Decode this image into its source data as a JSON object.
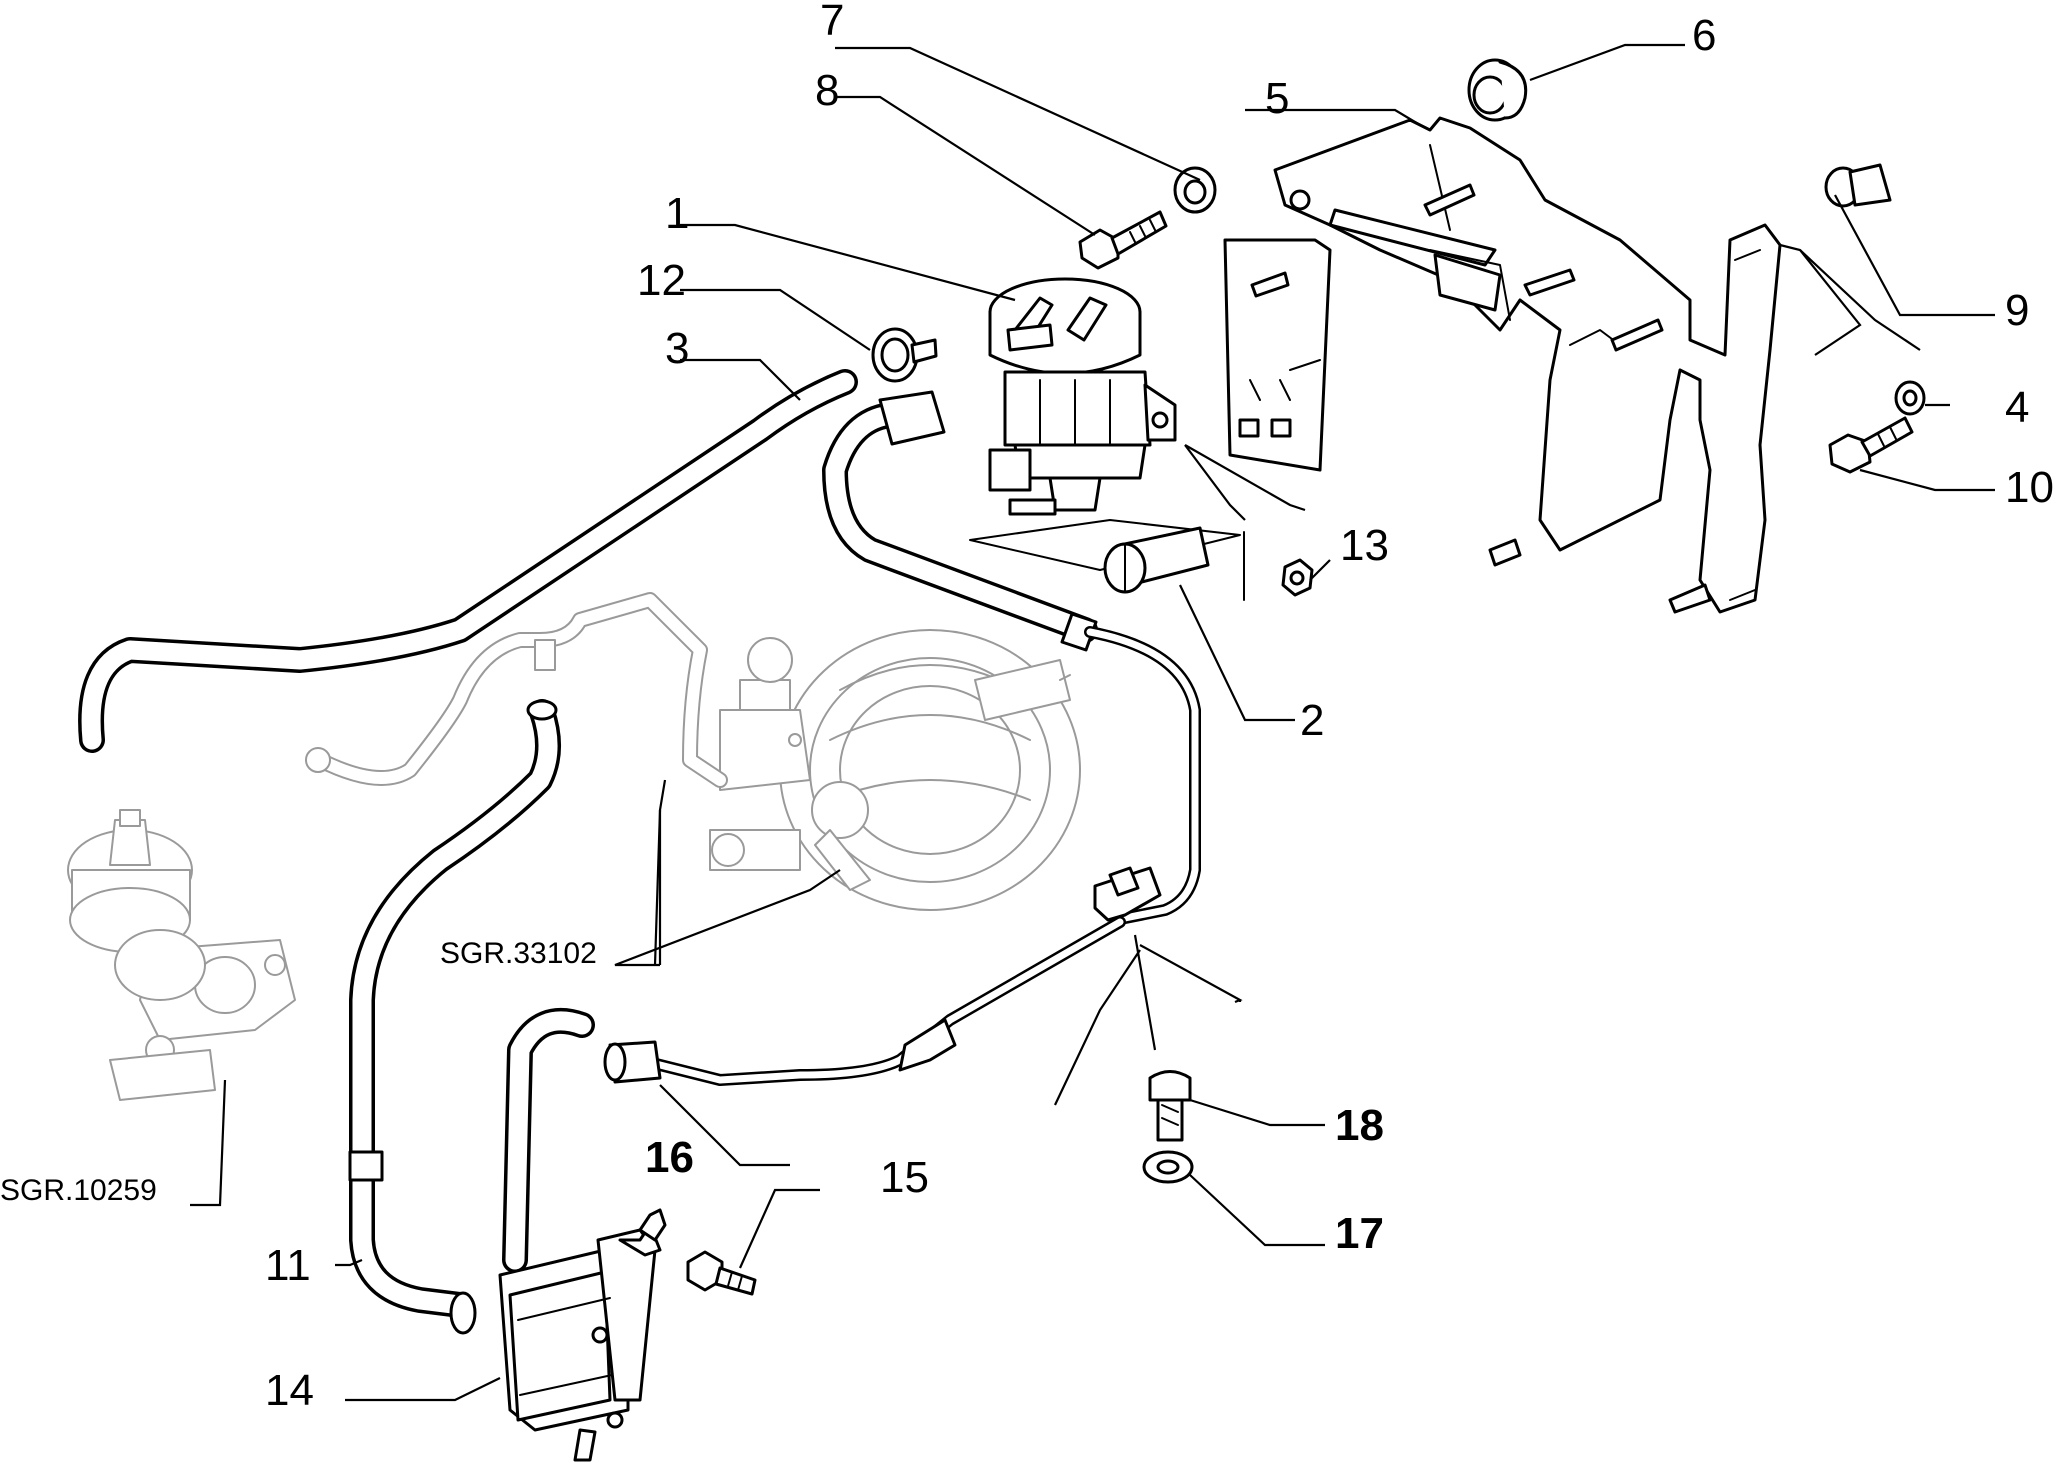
{
  "callouts": {
    "c1": "1",
    "c2": "2",
    "c3": "3",
    "c4": "4",
    "c5": "5",
    "c6": "6",
    "c7": "7",
    "c8": "8",
    "c9": "9",
    "c10": "10",
    "c11": "11",
    "c12": "12",
    "c13": "13",
    "c14": "14",
    "c15": "15",
    "c16": "16",
    "c17": "17",
    "c18": "18"
  },
  "references": {
    "brake_booster": "SGR.33102",
    "egr_valve": "SGR.10259"
  }
}
